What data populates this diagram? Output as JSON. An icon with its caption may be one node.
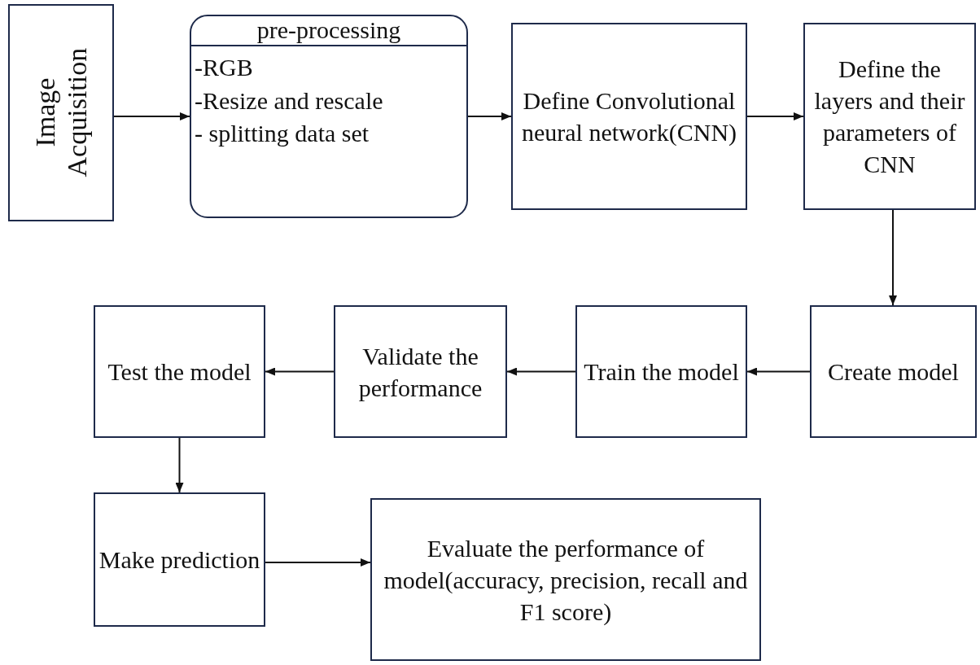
{
  "diagram": {
    "nodes": [
      {
        "text": [
          "Image Acquisition"
        ]
      },
      {
        "text": [
          "pre-processing",
          "-RGB",
          "-Resize and rescale",
          "- splitting data set"
        ]
      },
      {
        "text": [
          "Define Convolutional neural network(CNN)"
        ]
      },
      {
        "text": [
          "Define the layers and their parameters of CNN"
        ]
      },
      {
        "text": [
          "Create model"
        ]
      },
      {
        "text": [
          "Train the model"
        ]
      },
      {
        "text": [
          "Validate the performance"
        ]
      },
      {
        "text": [
          "Test the model"
        ]
      },
      {
        "text": [
          "Make prediction"
        ]
      },
      {
        "text": [
          "Evaluate the performance of model(accuracy, precision, recall and F1 score)"
        ]
      }
    ],
    "edges": [
      {
        "from": 0,
        "to": 1,
        "arrow": "to"
      },
      {
        "from": 1,
        "to": 2,
        "arrow": "to"
      },
      {
        "from": 2,
        "to": 3,
        "arrow": "to"
      },
      {
        "from": 3,
        "to": 4,
        "arrow": "to"
      },
      {
        "from": 4,
        "to": 5,
        "arrow": "to"
      },
      {
        "from": 5,
        "to": 6,
        "arrow": "to"
      },
      {
        "from": 6,
        "to": 7,
        "arrow": "to"
      },
      {
        "from": 7,
        "to": 8,
        "arrow": "to"
      },
      {
        "from": 8,
        "to": 9,
        "arrow": "to"
      }
    ]
  }
}
